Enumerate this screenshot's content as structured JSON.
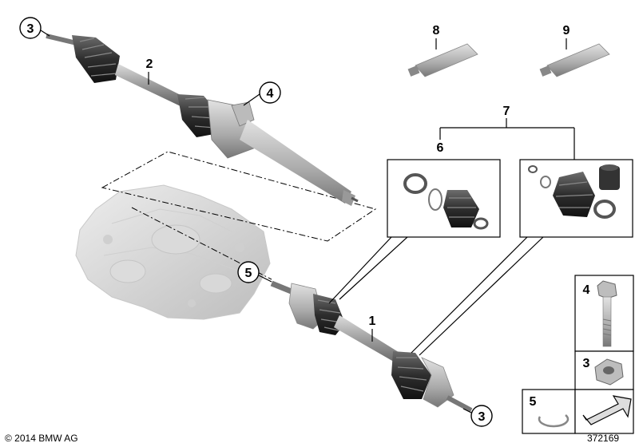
{
  "callouts": {
    "c1": "1",
    "c2": "2",
    "c3_top": "3",
    "c3_bottom": "3",
    "c4": "4",
    "c5": "5",
    "c6": "6",
    "c7": "7",
    "c8": "8",
    "c9": "9"
  },
  "legend": {
    "bolt": "4",
    "nut": "3",
    "circlip": "5"
  },
  "footer": {
    "copyright": "© 2014 BMW AG",
    "diagram_number": "372169"
  }
}
